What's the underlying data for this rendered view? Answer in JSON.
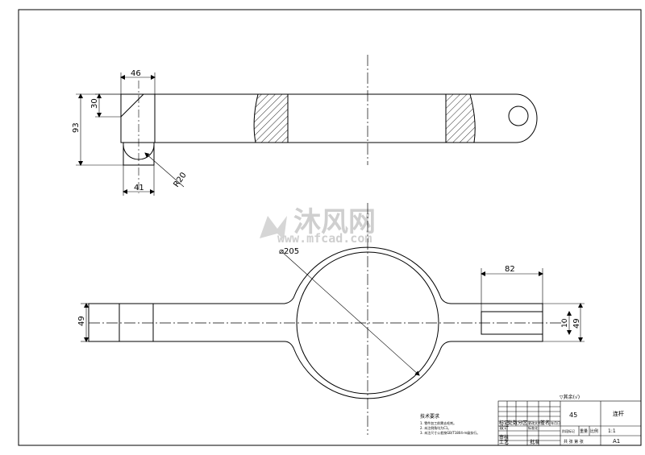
{
  "dimensions": {
    "top_width": "46",
    "top_chamfer": "30",
    "top_height": "93",
    "bottom_width": "41",
    "radius": "R20",
    "diameter": "⌀205",
    "slot_length": "82",
    "bar_height_left": "49",
    "slot_width": "10",
    "bar_height_right": "49"
  },
  "watermark": {
    "brand": "沐风网",
    "url": "www.mfcad.com"
  },
  "notes": {
    "title": "技术要求",
    "lines": [
      "1. 零件加工前需去毛刺。",
      "2. 未注倒角均为C1。",
      "3. 未注尺寸公差按GB/T1804-m级执行。"
    ]
  },
  "surface_finish": {
    "label": "▽其余(√)"
  },
  "title_block": {
    "material": "45",
    "scale_label": "比例",
    "weight_label": "重量",
    "ratio": "1:1",
    "sheet_label": "共 张 第 张",
    "sheet_size": "A1",
    "labels": [
      "标记",
      "处数",
      "分区",
      "更改文件号",
      "签名",
      "年月日",
      "设计",
      "标准化",
      "审核",
      "工艺",
      "批准",
      "阶段标记"
    ],
    "drawing_name": "连杆"
  }
}
